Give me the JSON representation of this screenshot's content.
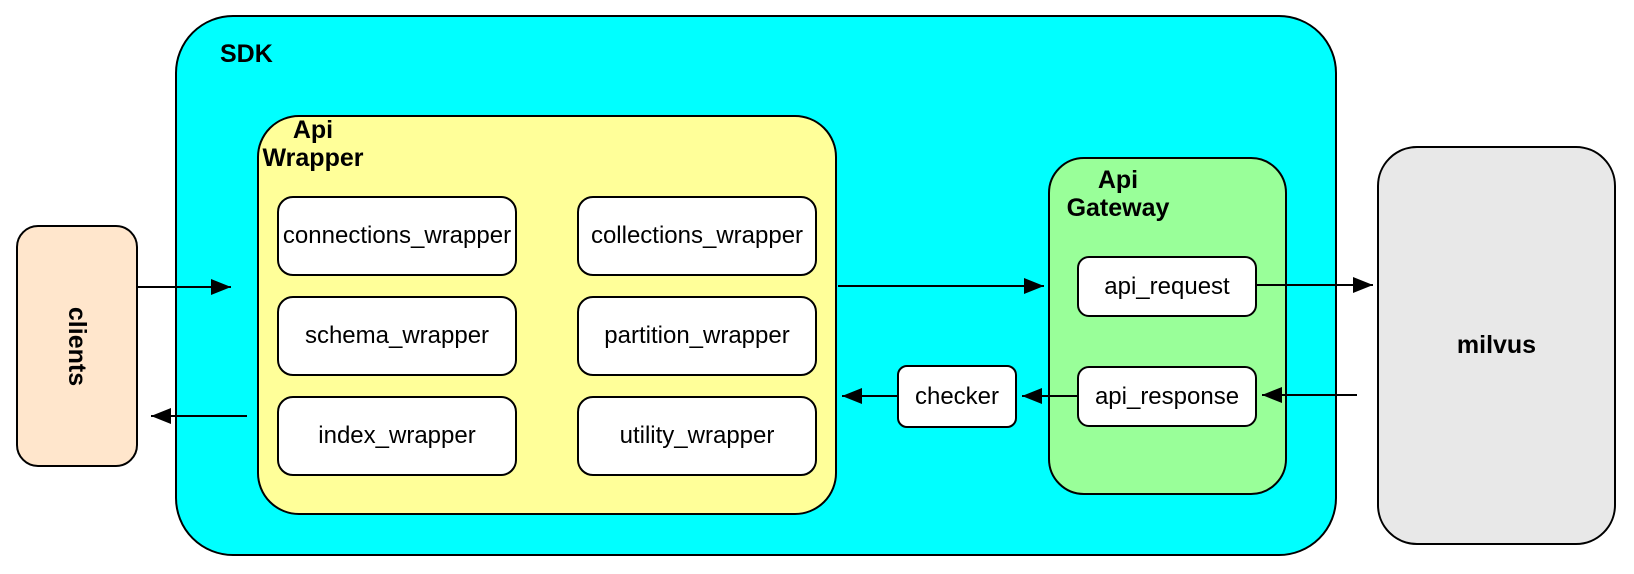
{
  "colors": {
    "sdk_fill": "#00FFFF",
    "api_wrapper_fill": "#FFFF99",
    "api_gateway_fill": "#99FF99",
    "clients_fill": "#FFE6CC",
    "milvus_fill": "#E8E8E8",
    "module_fill": "#FFFFFF",
    "border": "#000000",
    "arrow": "#000000"
  },
  "nodes": {
    "clients": {
      "label": "clients"
    },
    "sdk": {
      "label": "SDK"
    },
    "api_wrapper": {
      "title": "Api\nWrapper",
      "modules": [
        "connections_wrapper",
        "schema_wrapper",
        "index_wrapper",
        "collections_wrapper",
        "partition_wrapper",
        "utility_wrapper"
      ]
    },
    "checker": {
      "label": "checker"
    },
    "api_gateway": {
      "title": "Api\nGateway",
      "modules": [
        "api_request",
        "api_response"
      ]
    },
    "milvus": {
      "label": "milvus"
    }
  }
}
